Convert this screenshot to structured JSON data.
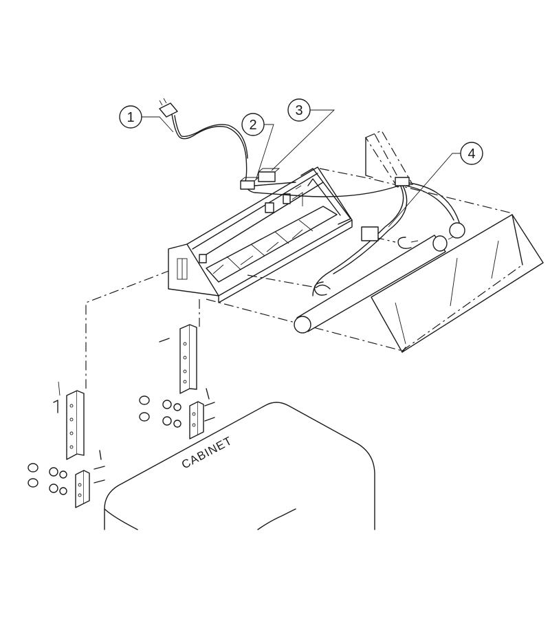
{
  "callouts": [
    {
      "number": "1",
      "icon": "circle-callout-icon"
    },
    {
      "number": "2",
      "icon": "circle-callout-icon"
    },
    {
      "number": "3",
      "icon": "circle-callout-icon"
    },
    {
      "number": "4",
      "icon": "circle-callout-icon"
    }
  ],
  "cabinet_label": "CABINET"
}
